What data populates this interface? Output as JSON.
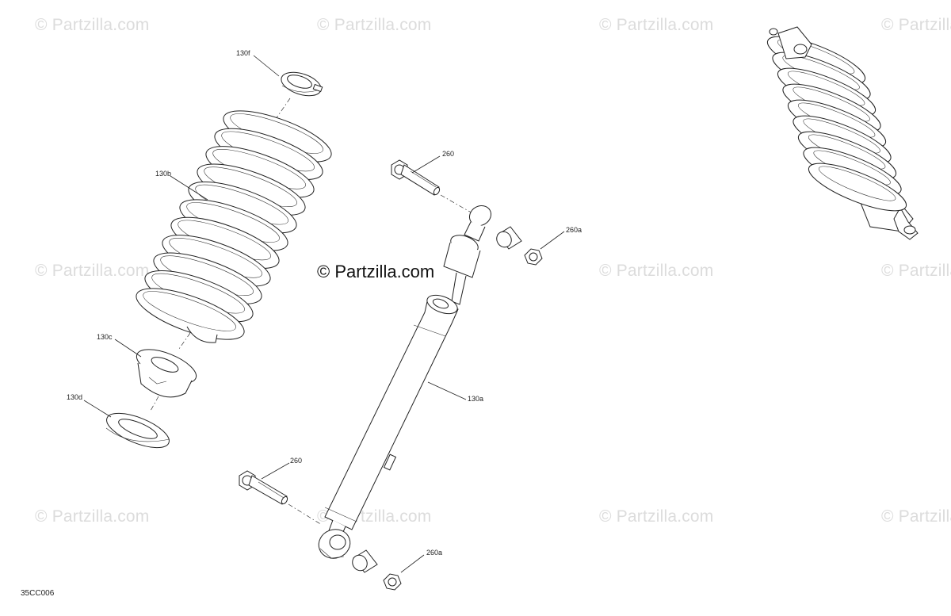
{
  "watermark": "© Partzilla.com",
  "center_watermark": "© Partzilla.com",
  "diagram_code": "35CC006",
  "callouts": [
    {
      "id": "130f",
      "label": "130f"
    },
    {
      "id": "130b",
      "label": "130b"
    },
    {
      "id": "130c",
      "label": "130c"
    },
    {
      "id": "130d",
      "label": "130d"
    },
    {
      "id": "260-top",
      "label": "260"
    },
    {
      "id": "260a-top",
      "label": "260a"
    },
    {
      "id": "130a",
      "label": "130a"
    },
    {
      "id": "260-bottom",
      "label": "260"
    },
    {
      "id": "260a-bottom",
      "label": "260a"
    }
  ],
  "colors": {
    "line": "#222222",
    "watermark": "#dcdcdc",
    "background": "#ffffff"
  }
}
